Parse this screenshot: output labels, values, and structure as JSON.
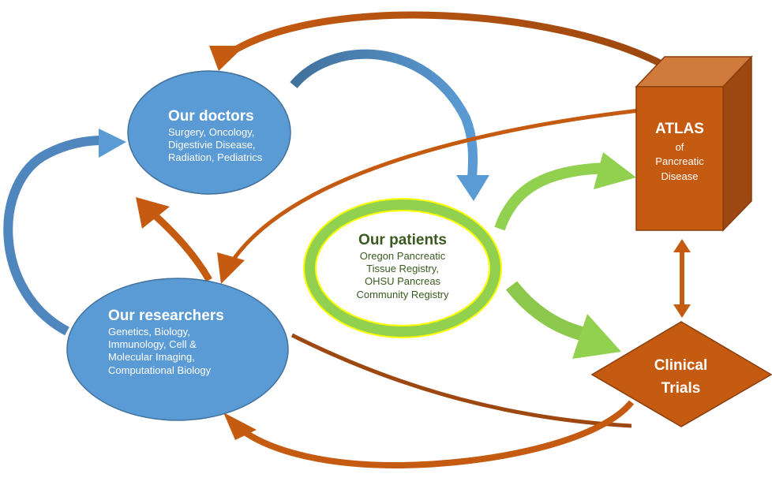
{
  "nodes": {
    "doctors": {
      "title": "Our doctors",
      "lines": [
        "Surgery, Oncology,",
        "Digestivie Disease,",
        "Radiation, Pediatrics"
      ]
    },
    "patients": {
      "title": "Our patients",
      "lines": [
        "Oregon Pancreatic",
        "Tissue Registry,",
        "OHSU Pancreas",
        "Community Registry"
      ]
    },
    "researchers": {
      "title": "Our researchers",
      "lines": [
        "Genetics, Biology,",
        "Immunology, Cell &",
        "Molecular Imaging,",
        "Computational Biology"
      ]
    },
    "atlas": {
      "title": "ATLAS",
      "lines": [
        "of",
        "Pancreatic",
        "Disease"
      ]
    },
    "trials": {
      "title_line1": "Clinical",
      "title_line2": "Trials"
    }
  },
  "colors": {
    "blue": "#5b9bd5",
    "blue_dark": "#41719c",
    "orange": "#c55a11",
    "orange_dark": "#9c4810",
    "orange_light": "#d07a3c",
    "green": "#92d050",
    "yellow": "#ffff00"
  }
}
